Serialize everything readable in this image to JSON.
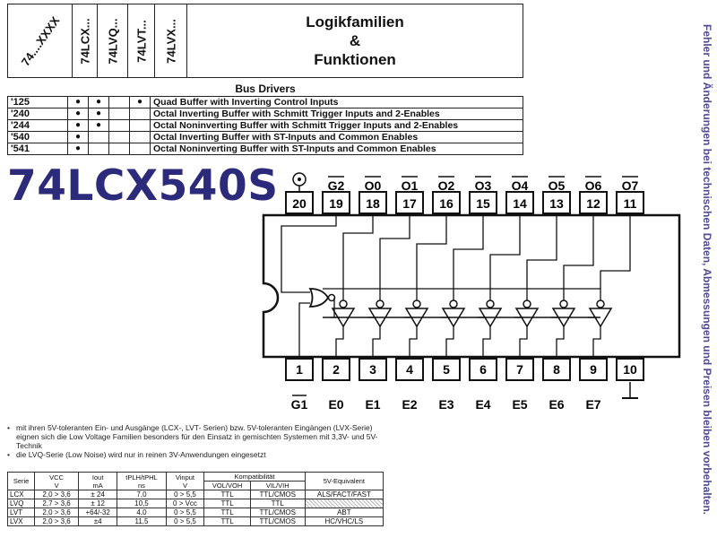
{
  "header": {
    "families": [
      "74....XXXX",
      "74LCX...",
      "74LVQ...",
      "74LVT...",
      "74LVX..."
    ],
    "title_line1": "Logikfamilien",
    "title_amp": "&",
    "title_line2": "Funktionen"
  },
  "bus_drivers": {
    "title": "Bus Drivers",
    "dot_symbol": "●",
    "rows": [
      {
        "part": "'125",
        "lcx": true,
        "lvq": true,
        "lvt": false,
        "lvx": true,
        "desc": "Quad Buffer with Inverting Control Inputs"
      },
      {
        "part": "'240",
        "lcx": true,
        "lvq": true,
        "lvt": false,
        "lvx": false,
        "desc": "Octal Inverting Buffer with Schmitt Trigger Inputs and 2-Enables"
      },
      {
        "part": "'244",
        "lcx": true,
        "lvq": true,
        "lvt": false,
        "lvx": false,
        "desc": "Octal Noninverting Buffer with Schmitt Trigger Inputs and 2-Enables"
      },
      {
        "part": "'540",
        "lcx": true,
        "lvq": false,
        "lvt": false,
        "lvx": false,
        "desc": "Octal Inverting Buffer with ST-Inputs and Common Enables"
      },
      {
        "part": "'541",
        "lcx": true,
        "lvq": false,
        "lvt": false,
        "lvx": false,
        "desc": "Octal Noninverting Buffer with ST-Inputs and Common Enables"
      }
    ]
  },
  "part_number": "74LCX540S",
  "diagram": {
    "top_pins": [
      "20",
      "19",
      "18",
      "17",
      "16",
      "15",
      "14",
      "13",
      "12",
      "11"
    ],
    "top_labels": [
      "",
      "G2",
      "O0",
      "O1",
      "O2",
      "O3",
      "O4",
      "O5",
      "O6",
      "O7"
    ],
    "bottom_pins": [
      "1",
      "2",
      "3",
      "4",
      "5",
      "6",
      "7",
      "8",
      "9",
      "10"
    ],
    "bottom_labels": [
      "G1",
      "E0",
      "E1",
      "E2",
      "E3",
      "E4",
      "E5",
      "E6",
      "E7",
      ""
    ]
  },
  "notes": [
    "mit ihren 5V-toleranten Ein- und Ausgänge (LCX-, LVT- Serien) bzw. 5V-toleranten Eingängen (LVX-Serie) eignen sich die Low Voltage Familien besonders für den Einsatz in gemischten Systemen mit 3,3V- und 5V-Technik",
    "die LVQ-Serie (Low Noise) wird nur in reinen 3V-Anwendungen eingesetzt"
  ],
  "series_table": {
    "headers": {
      "serie": "Serie",
      "vcc": "VCC",
      "vcc_unit": "V",
      "iout": "Iout",
      "iout_unit": "mA",
      "tplh": "tPLH/tPHL",
      "tplh_unit": "ns",
      "vinput": "Vinput",
      "vinput_unit": "V",
      "kompat": "Kompatibilität",
      "vol": "VOL/VOH",
      "vil": "VIL/VIH",
      "equiv": "5V-Equivalent"
    },
    "rows": [
      {
        "serie": "LCX",
        "vcc": "2,0 > 3,6",
        "iout": "± 24",
        "tplh": "7,0",
        "vinput": "0 > 5,5",
        "vol": "TTL",
        "vil": "TTL/CMOS",
        "equiv": "ALS/FACT/FAST"
      },
      {
        "serie": "LVQ",
        "vcc": "2,7 > 3,6",
        "iout": "± 12",
        "tplh": "10,5",
        "vinput": "0 > Vcc",
        "vol": "TTL",
        "vil": "TTL",
        "equiv": ""
      },
      {
        "serie": "LVT",
        "vcc": "2,0 > 3,6",
        "iout": "+64/-32",
        "tplh": "4,0",
        "vinput": "0 > 5,5",
        "vol": "TTL",
        "vil": "TTL/CMOS",
        "equiv": "ABT"
      },
      {
        "serie": "LVX",
        "vcc": "2,0 > 3,6",
        "iout": "±4",
        "tplh": "11,5",
        "vinput": "0 > 5,5",
        "vol": "TTL",
        "vil": "TTL/CMOS",
        "equiv": "HC/VHC/LS"
      }
    ]
  },
  "side_text": "Fehler und Änderungen bei technischen Daten, Abmessungen und Preisen bleiben vorbehalten."
}
